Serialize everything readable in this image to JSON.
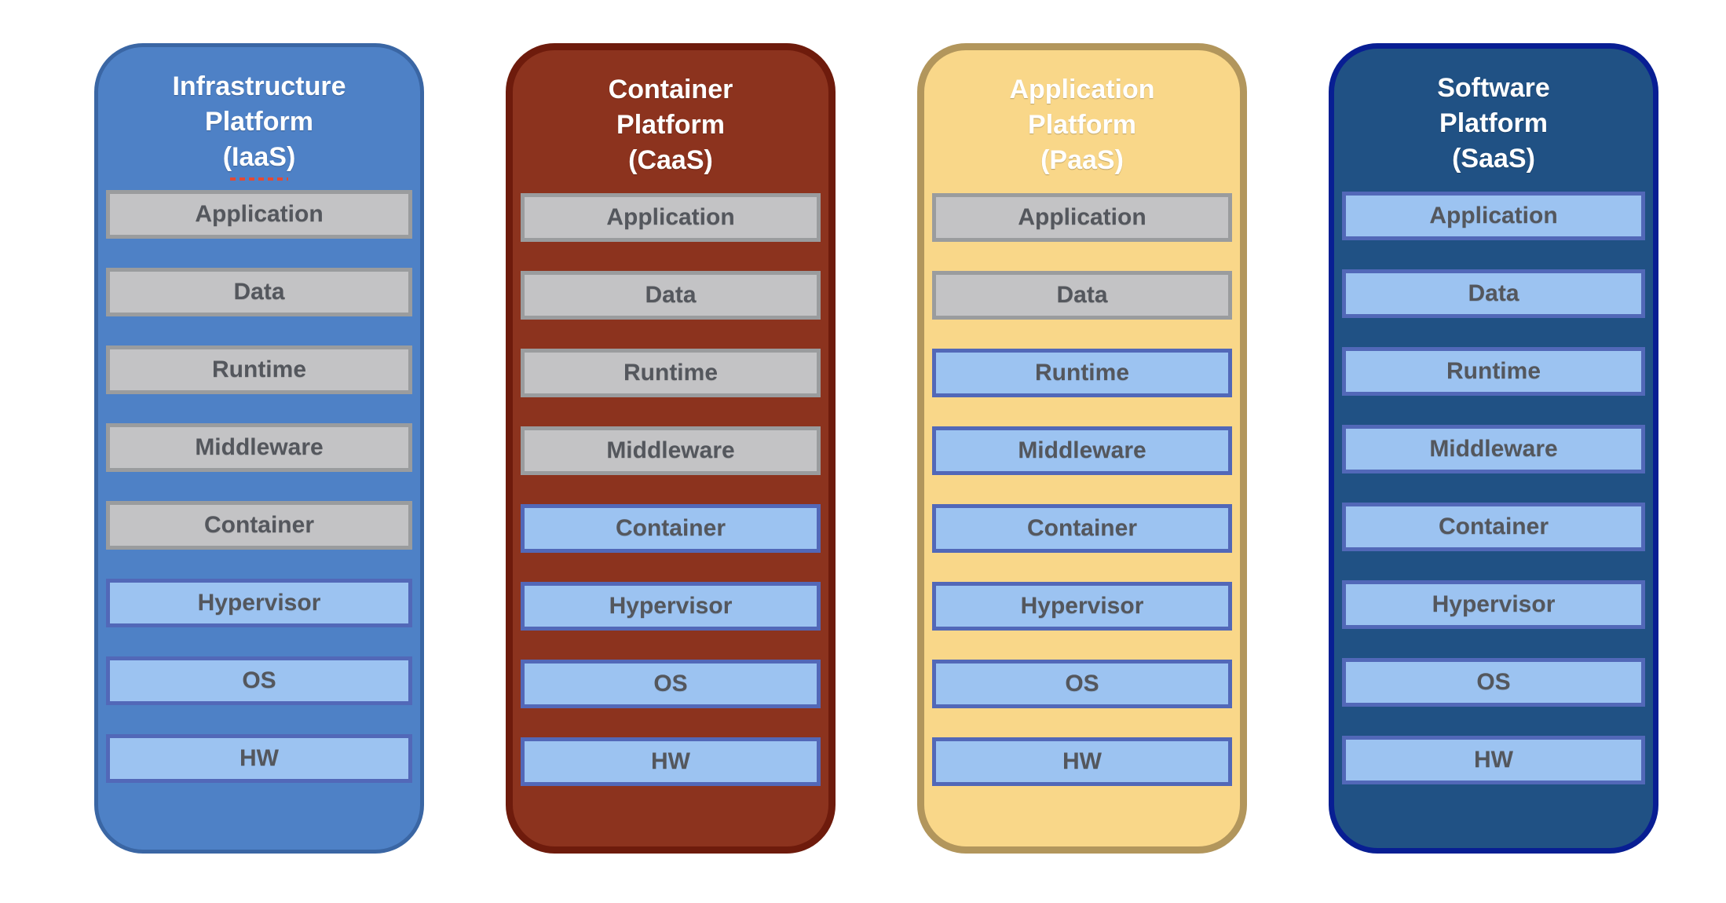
{
  "diagram": {
    "background": "#FFFFFF",
    "spellcheck_color": "#E44A33",
    "layer_styles": {
      "customer_managed": {
        "fill": "#C3C3C5",
        "border": "#9A9C9E",
        "text": "#54575D"
      },
      "provider_managed": {
        "fill": "#9CC3F1",
        "border": "#5268B8",
        "text": "#54575D"
      }
    },
    "columns": [
      {
        "id": "iaas",
        "title_lines": [
          "Infrastructure",
          "Platform",
          "(IaaS)"
        ],
        "fill": "#4E81C6",
        "border": "#3A66A4",
        "title_color": "#FFFFFF",
        "spellcheck_underline_line": 2,
        "layers": [
          {
            "label": "Application",
            "managed_by": "customer_managed"
          },
          {
            "label": "Data",
            "managed_by": "customer_managed"
          },
          {
            "label": "Runtime",
            "managed_by": "customer_managed"
          },
          {
            "label": "Middleware",
            "managed_by": "customer_managed"
          },
          {
            "label": "Container",
            "managed_by": "customer_managed"
          },
          {
            "label": "Hypervisor",
            "managed_by": "provider_managed"
          },
          {
            "label": "OS",
            "managed_by": "provider_managed"
          },
          {
            "label": "HW",
            "managed_by": "provider_managed"
          }
        ]
      },
      {
        "id": "caas",
        "title_lines": [
          "Container",
          "Platform",
          "(CaaS)"
        ],
        "fill": "#8C331E",
        "border": "#6E1B0C",
        "title_color": "#FFFFFF",
        "spellcheck_underline_line": null,
        "layers": [
          {
            "label": "Application",
            "managed_by": "customer_managed"
          },
          {
            "label": "Data",
            "managed_by": "customer_managed"
          },
          {
            "label": "Runtime",
            "managed_by": "customer_managed"
          },
          {
            "label": "Middleware",
            "managed_by": "customer_managed"
          },
          {
            "label": "Container",
            "managed_by": "provider_managed"
          },
          {
            "label": "Hypervisor",
            "managed_by": "provider_managed"
          },
          {
            "label": "OS",
            "managed_by": "provider_managed"
          },
          {
            "label": "HW",
            "managed_by": "provider_managed"
          }
        ]
      },
      {
        "id": "paas",
        "title_lines": [
          "Application",
          "Platform",
          "(PaaS)"
        ],
        "fill": "#F9D789",
        "border": "#B2965C",
        "title_color": "#FFFFFF",
        "spellcheck_underline_line": null,
        "layers": [
          {
            "label": "Application",
            "managed_by": "customer_managed"
          },
          {
            "label": "Data",
            "managed_by": "customer_managed"
          },
          {
            "label": "Runtime",
            "managed_by": "provider_managed"
          },
          {
            "label": "Middleware",
            "managed_by": "provider_managed"
          },
          {
            "label": "Container",
            "managed_by": "provider_managed"
          },
          {
            "label": "Hypervisor",
            "managed_by": "provider_managed"
          },
          {
            "label": "OS",
            "managed_by": "provider_managed"
          },
          {
            "label": "HW",
            "managed_by": "provider_managed"
          }
        ]
      },
      {
        "id": "saas",
        "title_lines": [
          "Software",
          "Platform",
          "(SaaS)"
        ],
        "fill": "#205184",
        "border": "#081E93",
        "title_color": "#FFFFFF",
        "spellcheck_underline_line": null,
        "layers": [
          {
            "label": "Application",
            "managed_by": "provider_managed"
          },
          {
            "label": "Data",
            "managed_by": "provider_managed"
          },
          {
            "label": "Runtime",
            "managed_by": "provider_managed"
          },
          {
            "label": "Middleware",
            "managed_by": "provider_managed"
          },
          {
            "label": "Container",
            "managed_by": "provider_managed"
          },
          {
            "label": "Hypervisor",
            "managed_by": "provider_managed"
          },
          {
            "label": "OS",
            "managed_by": "provider_managed"
          },
          {
            "label": "HW",
            "managed_by": "provider_managed"
          }
        ]
      }
    ]
  }
}
